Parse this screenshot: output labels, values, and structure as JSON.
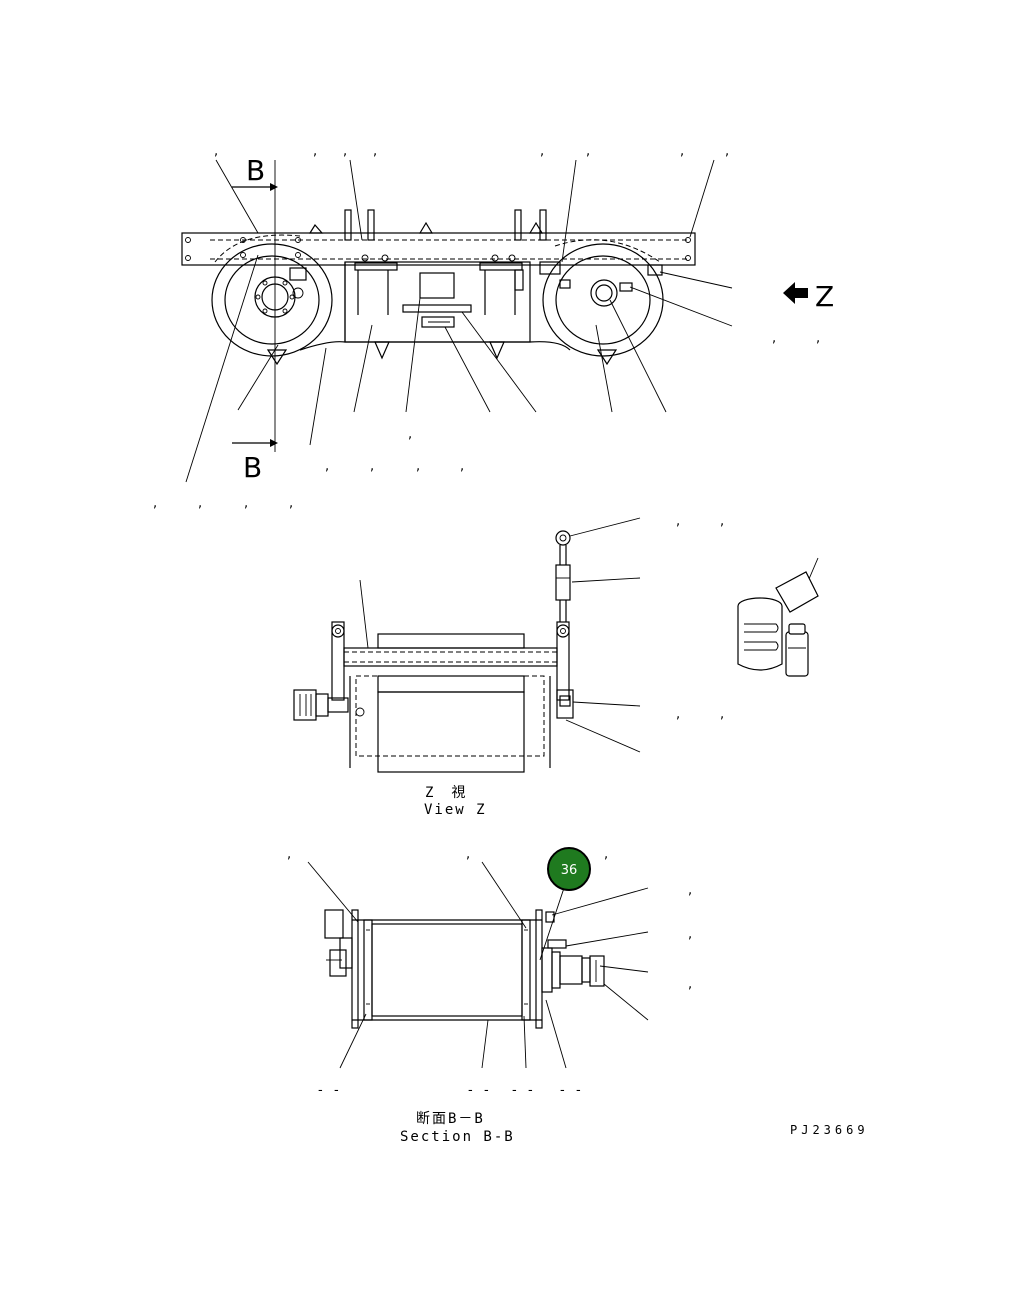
{
  "drawing": {
    "section_marker": "B",
    "view_arrow_label": "Z",
    "view_z_caption_jp": "Z　視",
    "view_z_caption_en": "View Z",
    "section_caption_jp": "断面B－B",
    "section_caption_en": "Section B-B",
    "drawing_code": "PJ23669",
    "callout_number": "36",
    "callout_color": "#1f7a1f",
    "arrow_icon": "filled-left-arrow-icon",
    "consumables_icon": "grease-can-and-bottle-icon"
  }
}
